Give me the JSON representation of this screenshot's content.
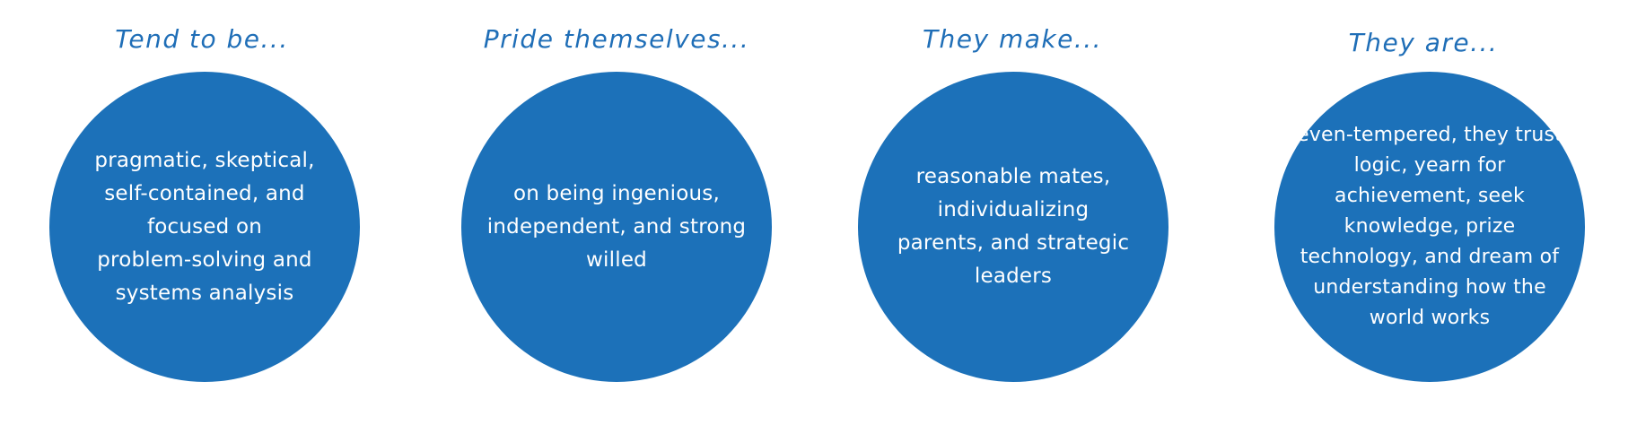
{
  "colors": {
    "title": "#1f6eb7",
    "circle_fill": "#1c71b9",
    "circle_text": "#ffffff",
    "background": "#ffffff"
  },
  "panels": [
    {
      "title": "Tend to be...",
      "text": "pragmatic, skeptical,\nself-contained, and\nfocused on\nproblem-solving and\nsystems analysis"
    },
    {
      "title": "Pride themselves...",
      "text": "on being ingenious,\nindependent, and strong\nwilled"
    },
    {
      "title": "They make...",
      "text": "reasonable mates,\nindividualizing\nparents, and strategic\nleaders"
    },
    {
      "title": "They are...",
      "text": "even-tempered, they trust\nlogic, yearn for\nachievement, seek\nknowledge, prize\ntechnology, and dream of\nunderstanding how the\nworld works"
    }
  ]
}
